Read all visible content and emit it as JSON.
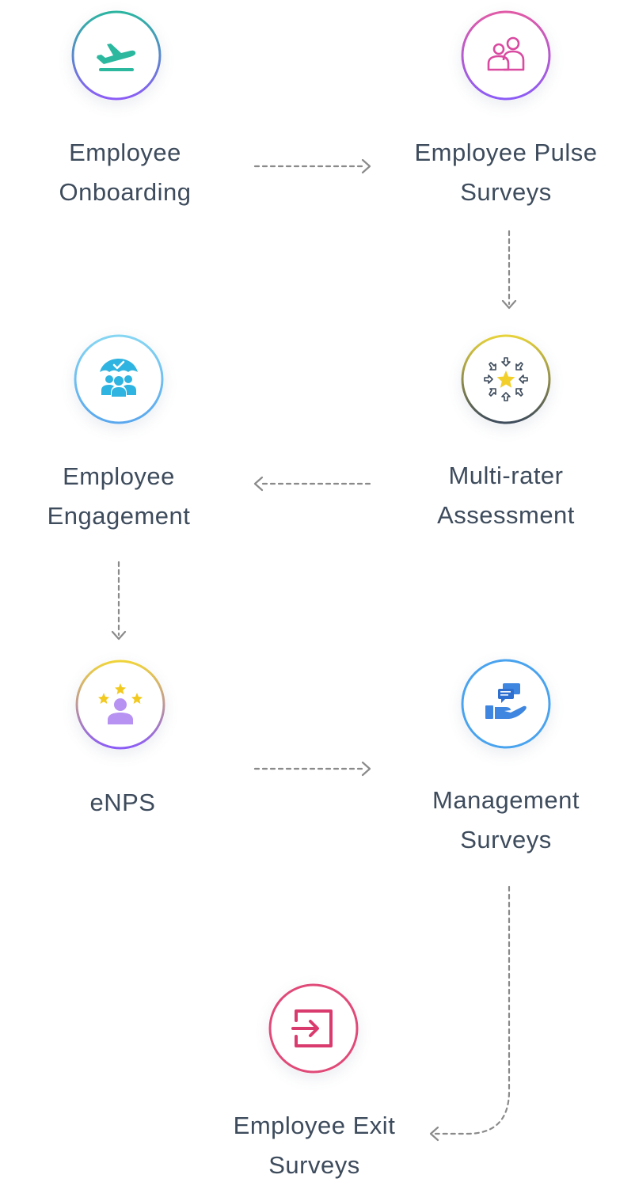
{
  "nodes": [
    {
      "id": "onboarding",
      "lines": [
        "Employee",
        "Onboarding"
      ],
      "icon": "airplane-takeoff-icon"
    },
    {
      "id": "pulse",
      "lines": [
        "Employee Pulse",
        "Surveys"
      ],
      "icon": "people-group-icon"
    },
    {
      "id": "multirater",
      "lines": [
        "Multi-rater",
        "Assessment"
      ],
      "icon": "star-arrows-icon"
    },
    {
      "id": "engagement",
      "lines": [
        "Employee",
        "Engagement"
      ],
      "icon": "team-umbrella-check-icon"
    },
    {
      "id": "enps",
      "lines": [
        "eNPS"
      ],
      "icon": "user-stars-icon"
    },
    {
      "id": "management",
      "lines": [
        "Management",
        "Surveys"
      ],
      "icon": "hand-chat-icon"
    },
    {
      "id": "exit",
      "lines": [
        "Employee Exit",
        "Surveys"
      ],
      "icon": "exit-door-icon"
    }
  ],
  "colors": {
    "text": "#3d4b5c",
    "connector": "#8a8a8a",
    "onboarding_ring": [
      "#2bb5a0",
      "#8b5cf6"
    ],
    "pulse_ring": [
      "#e05aa6",
      "#8b5cf6"
    ],
    "multirater_ring": [
      "#e6d23a",
      "#3d4b5c"
    ],
    "engagement_ring": [
      "#7ad0f0",
      "#5aa7ee"
    ],
    "enps_ring": [
      "#f0d43a",
      "#8b5cf6"
    ],
    "management_ring": [
      "#4aa3ee",
      "#4aa3ee"
    ],
    "exit_ring": [
      "#e04a78",
      "#e04a78"
    ]
  }
}
